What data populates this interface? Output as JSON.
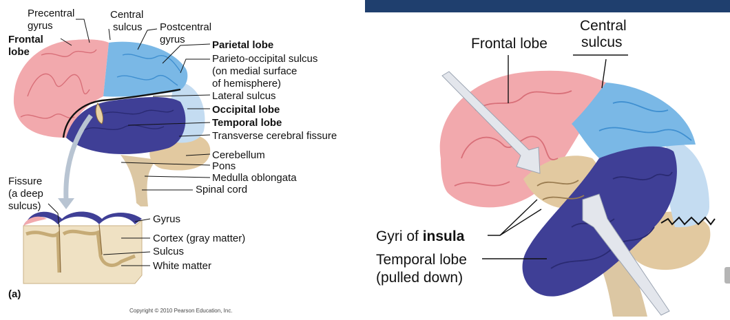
{
  "colors": {
    "frontal": "#f2a9ad",
    "frontal_dark": "#d86f78",
    "parietal": "#7ab8e6",
    "parietal_dark": "#3f8fd0",
    "occipital": "#c4dcf1",
    "temporal": "#3f3f96",
    "temporal_dark": "#2a2a72",
    "cerebellum": "#e2c9a0",
    "brainstem": "#dcc7a3",
    "white_matter": "#efe1c3",
    "top_bar": "#1f3f6e"
  },
  "left": {
    "labels": {
      "precentral": [
        "Precentral",
        "gyrus"
      ],
      "central": [
        "Central",
        "sulcus"
      ],
      "postcentral": [
        "Postcentral",
        "gyrus"
      ],
      "frontal": [
        "Frontal",
        "lobe"
      ],
      "parietal": "Parietal lobe",
      "parieto_occipital": [
        "Parieto-occipital sulcus",
        "(on medial surface",
        "of hemisphere)"
      ],
      "lateral_sulcus": "Lateral sulcus",
      "occipital": "Occipital lobe",
      "temporal": "Temporal lobe",
      "transverse": "Transverse cerebral fissure",
      "cerebellum": "Cerebellum",
      "pons": "Pons",
      "medulla": "Medulla oblongata",
      "spinal_cord": "Spinal cord",
      "fissure": [
        "Fissure",
        "(a deep",
        "sulcus)"
      ],
      "gyrus": "Gyrus",
      "cortex": "Cortex (gray matter)",
      "sulcus": "Sulcus",
      "white_matter": "White matter",
      "panel": "(a)",
      "copyright": "Copyright © 2010 Pearson Education, Inc."
    }
  },
  "right": {
    "labels": {
      "frontal": "Frontal lobe",
      "central": [
        "Central",
        "sulcus"
      ],
      "insula_prefix": "Gyri of ",
      "insula_bold": "insula",
      "temporal": [
        "Temporal lobe",
        "(pulled down)"
      ]
    }
  }
}
